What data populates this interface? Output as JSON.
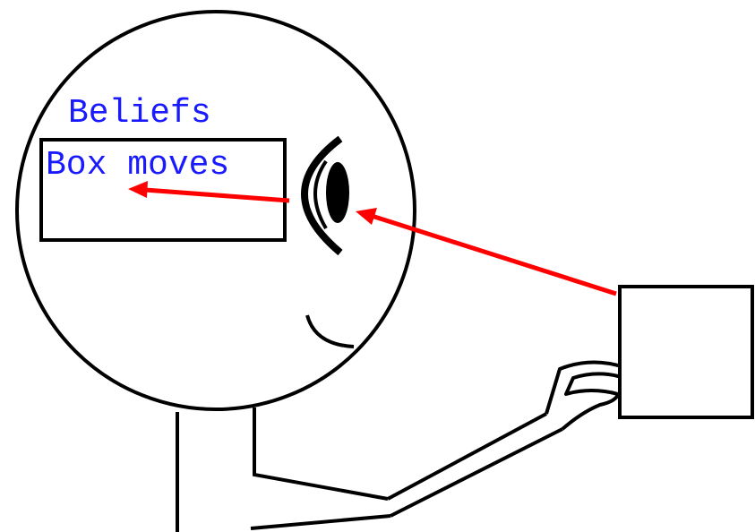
{
  "diagram": {
    "beliefs_title": "Beliefs",
    "belief_content": "Box moves"
  },
  "colors": {
    "outline": "#000000",
    "text": "#1a1aff",
    "arrow": "#ff0000",
    "background": "#ffffff"
  },
  "icons": {
    "eye": "eye-icon",
    "smile": "smile-icon",
    "box": "square-box"
  }
}
